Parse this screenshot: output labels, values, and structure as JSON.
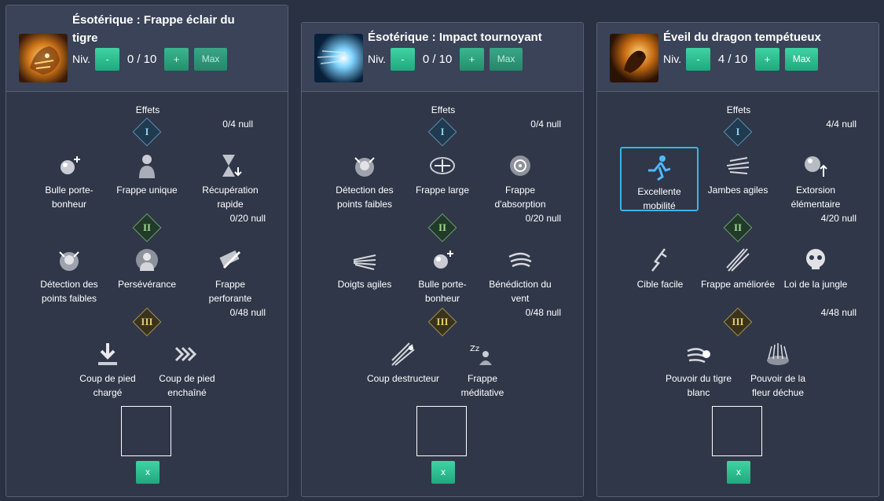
{
  "panels": [
    {
      "title_line1": "Ésotérique : Frappe éclair du",
      "title_line2": "tigre",
      "lvl_label": "Niv.",
      "lvl_minus": "-",
      "lvl_value": "0 / 10",
      "lvl_plus": "+",
      "lvl_max": "Max",
      "effects_label": "Effets",
      "tier1": {
        "numeral": "I",
        "points": "0/4 null"
      },
      "tier2": {
        "numeral": "II",
        "points": "0/20 null"
      },
      "tier3": {
        "numeral": "III",
        "points": "0/48 null"
      },
      "tier1_nodes": [
        {
          "l1": "Bulle porte-",
          "l2": "bonheur",
          "icon": "lucky-bubble-icon"
        },
        {
          "l1": "Frappe unique",
          "l2": "",
          "icon": "single-strike-icon"
        },
        {
          "l1": "Récupération",
          "l2": "rapide",
          "icon": "hourglass-icon"
        }
      ],
      "tier2_nodes": [
        {
          "l1": "Détection des",
          "l2": "points faibles",
          "icon": "weak-point-icon"
        },
        {
          "l1": "Persévérance",
          "l2": "",
          "icon": "perseverance-icon"
        },
        {
          "l1": "Frappe perforante",
          "l2": "",
          "icon": "piercing-strike-icon"
        }
      ],
      "tier3_nodes": [
        {
          "l1": "Coup de pied",
          "l2": "chargé",
          "icon": "charged-kick-icon"
        },
        {
          "l1": "Coup de pied",
          "l2": "enchaîné",
          "icon": "chain-kick-icon"
        }
      ],
      "x_label": "x"
    },
    {
      "title_line1": "Ésotérique : Impact tournoyant",
      "title_line2": "",
      "lvl_label": "Niv.",
      "lvl_minus": "-",
      "lvl_value": "0 / 10",
      "lvl_plus": "+",
      "lvl_max": "Max",
      "effects_label": "Effets",
      "tier1": {
        "numeral": "I",
        "points": "0/4 null"
      },
      "tier2": {
        "numeral": "II",
        "points": "0/20 null"
      },
      "tier3": {
        "numeral": "III",
        "points": "0/48 null"
      },
      "tier1_nodes": [
        {
          "l1": "Détection des",
          "l2": "points faibles",
          "icon": "weak-point-icon"
        },
        {
          "l1": "Frappe large",
          "l2": "",
          "icon": "wide-strike-icon"
        },
        {
          "l1": "Frappe",
          "l2": "d'absorption",
          "icon": "absorption-icon"
        }
      ],
      "tier2_nodes": [
        {
          "l1": "Doigts agiles",
          "l2": "",
          "icon": "agile-fingers-icon"
        },
        {
          "l1": "Bulle porte-",
          "l2": "bonheur",
          "icon": "lucky-bubble-icon"
        },
        {
          "l1": "Bénédiction du",
          "l2": "vent",
          "icon": "wind-blessing-icon"
        }
      ],
      "tier3_nodes": [
        {
          "l1": "Coup destructeur",
          "l2": "",
          "icon": "destructive-blow-icon"
        },
        {
          "l1": "Frappe méditative",
          "l2": "",
          "icon": "meditative-strike-icon"
        }
      ],
      "x_label": "x"
    },
    {
      "title_line1": "Éveil du dragon tempétueux",
      "title_line2": "",
      "lvl_label": "Niv.",
      "lvl_minus": "-",
      "lvl_value": "4 / 10",
      "lvl_plus": "+",
      "lvl_max": "Max",
      "effects_label": "Effets",
      "tier1": {
        "numeral": "I",
        "points": "4/4 null"
      },
      "tier2": {
        "numeral": "II",
        "points": "4/20 null"
      },
      "tier3": {
        "numeral": "III",
        "points": "4/48 null"
      },
      "tier1_nodes": [
        {
          "l1": "Excellente",
          "l2": "mobilité",
          "icon": "mobility-icon",
          "selected": true
        },
        {
          "l1": "Jambes agiles",
          "l2": "",
          "icon": "agile-legs-icon"
        },
        {
          "l1": "Extorsion",
          "l2": "élémentaire",
          "icon": "elemental-extortion-icon"
        }
      ],
      "tier2_nodes": [
        {
          "l1": "Cible facile",
          "l2": "",
          "icon": "easy-target-icon"
        },
        {
          "l1": "Frappe améliorée",
          "l2": "",
          "icon": "improved-strike-icon"
        },
        {
          "l1": "Loi de la jungle",
          "l2": "",
          "icon": "skull-icon"
        }
      ],
      "tier3_nodes": [
        {
          "l1": "Pouvoir du tigre",
          "l2": "blanc",
          "icon": "white-tiger-icon"
        },
        {
          "l1": "Pouvoir de la",
          "l2": "fleur déchue",
          "icon": "fallen-flower-icon"
        }
      ],
      "x_label": "x"
    }
  ]
}
